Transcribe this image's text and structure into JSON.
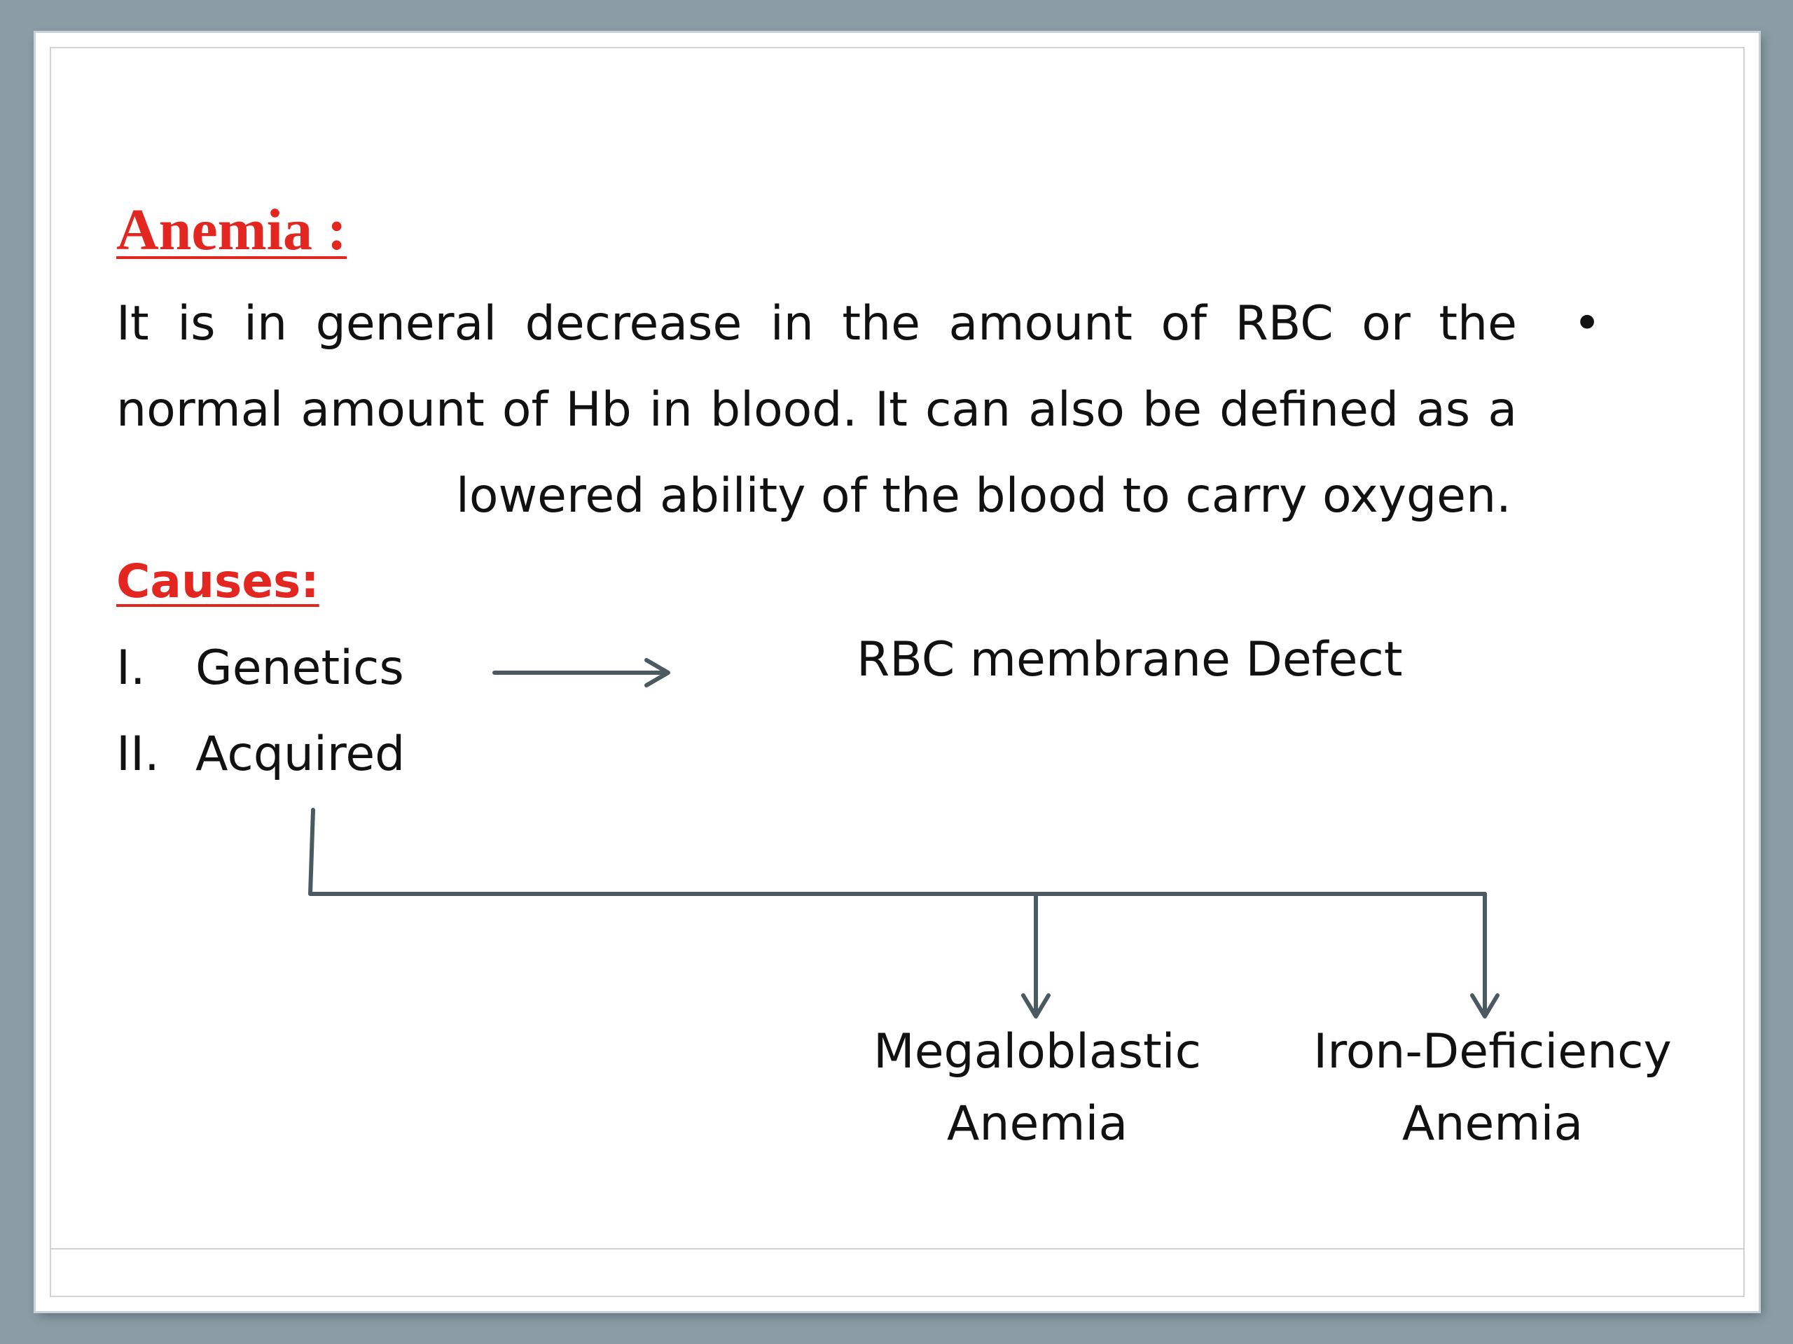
{
  "slide": {
    "title": "Anemia :",
    "definition": {
      "line1": "It is in general decrease in the amount of RBC or the",
      "line2": "normal amount of Hb in blood. It can also be defined as a",
      "line3": "lowered ability of the blood to carry oxygen.",
      "bullet": "•"
    },
    "causes_heading": "Causes:",
    "causes": [
      {
        "numeral": "I.",
        "label": "Genetics"
      },
      {
        "numeral": "II.",
        "label": "Acquired"
      }
    ],
    "genetics_result": "RBC membrane Defect",
    "acquired_results": [
      {
        "line1": "Megaloblastic",
        "line2": "Anemia"
      },
      {
        "line1": "Iron-Deficiency",
        "line2": "Anemia"
      }
    ]
  },
  "colors": {
    "heading": "#e3261f",
    "text": "#111111",
    "arrow": "#4a5a60",
    "background": "#8b9ca4"
  }
}
